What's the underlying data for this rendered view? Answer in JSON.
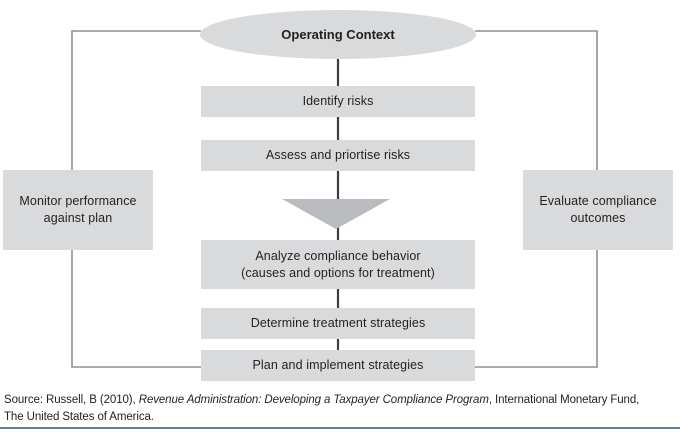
{
  "diagram": {
    "title_node": {
      "label": "Operating Context"
    },
    "process_steps": [
      {
        "id": "identify-risks",
        "label": "Identify risks"
      },
      {
        "id": "assess-risks",
        "label": "Assess and priortise risks"
      },
      {
        "id": "analyze-behavior",
        "label_line1": "Analyze compliance behavior",
        "label_line2": "(causes and options for treatment)"
      },
      {
        "id": "determine-strategies",
        "label": "Determine treatment strategies"
      },
      {
        "id": "plan-implement",
        "label": "Plan and implement strategies"
      }
    ],
    "side_nodes": [
      {
        "id": "monitor-performance",
        "label_line1": "Monitor performance",
        "label_line2": "against plan"
      },
      {
        "id": "evaluate-outcomes",
        "label_line1": "Evaluate compliance",
        "label_line2": "outcomes"
      }
    ],
    "colors": {
      "node_fill": "#d9dadb",
      "arrow_fill": "#b9bbbe",
      "connector_stroke": "#8d8f91",
      "text": "#231f20",
      "rule": "#5b7e9e"
    }
  },
  "caption": {
    "prefix": "Source: Russell, B (2010), ",
    "italic_title": "Revenue Administration: Developing a Taxpayer Compliance Program",
    "suffix": ", International Monetary Fund,",
    "line2": "The United States of America."
  }
}
